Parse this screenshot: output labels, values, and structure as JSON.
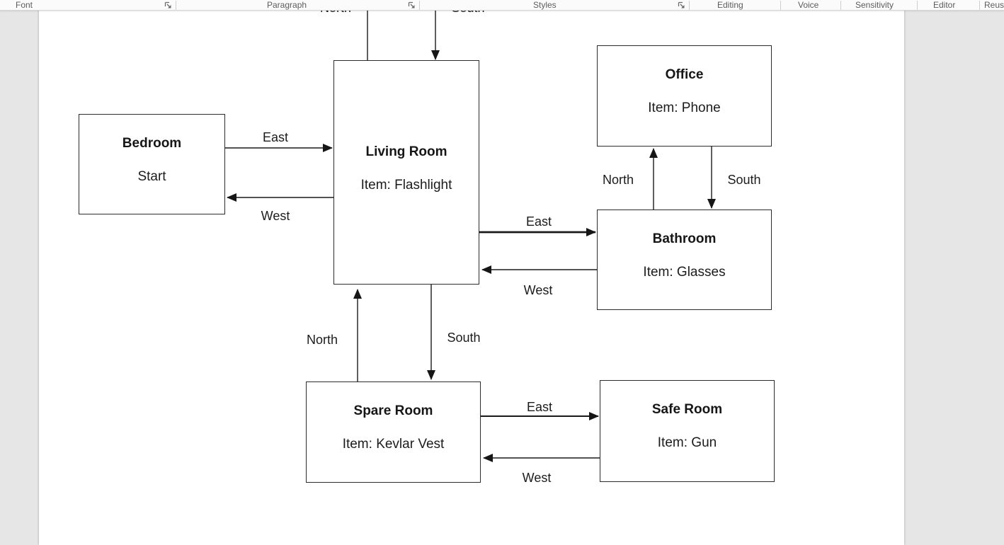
{
  "ribbon": {
    "groups": [
      {
        "label": "Font",
        "launcher": true
      },
      {
        "label": "Paragraph",
        "launcher": true
      },
      {
        "label": "Styles",
        "launcher": true
      },
      {
        "label": "Editing",
        "launcher": false
      },
      {
        "label": "Voice",
        "launcher": false
      },
      {
        "label": "Sensitivity",
        "launcher": false
      },
      {
        "label": "Editor",
        "launcher": false
      },
      {
        "label": "Reus",
        "launcher": false
      }
    ]
  },
  "diagram": {
    "rooms": {
      "bedroom": {
        "name": "Bedroom",
        "detail": "Start"
      },
      "living": {
        "name": "Living Room",
        "detail": "Item: Flashlight"
      },
      "office": {
        "name": "Office",
        "detail": "Item: Phone"
      },
      "bathroom": {
        "name": "Bathroom",
        "detail": "Item: Glasses"
      },
      "spare": {
        "name": "Spare Room",
        "detail": "Item: Kevlar Vest"
      },
      "safe": {
        "name": "Safe Room",
        "detail": "Item: Gun"
      }
    },
    "labels": {
      "north_top": "North",
      "south_top": "South",
      "east_bedroom": "East",
      "west_bedroom": "West",
      "east_living": "East",
      "west_bathroom": "West",
      "north_office": "North",
      "south_office": "South",
      "north_spare": "North",
      "south_spare": "South",
      "east_spare": "East",
      "west_safe": "West"
    }
  },
  "colors": {
    "ink": "#1a1a1a",
    "ribbon_text": "#5c5c5c",
    "canvas_bg": "#e6e6e6",
    "page_bg": "#ffffff"
  }
}
